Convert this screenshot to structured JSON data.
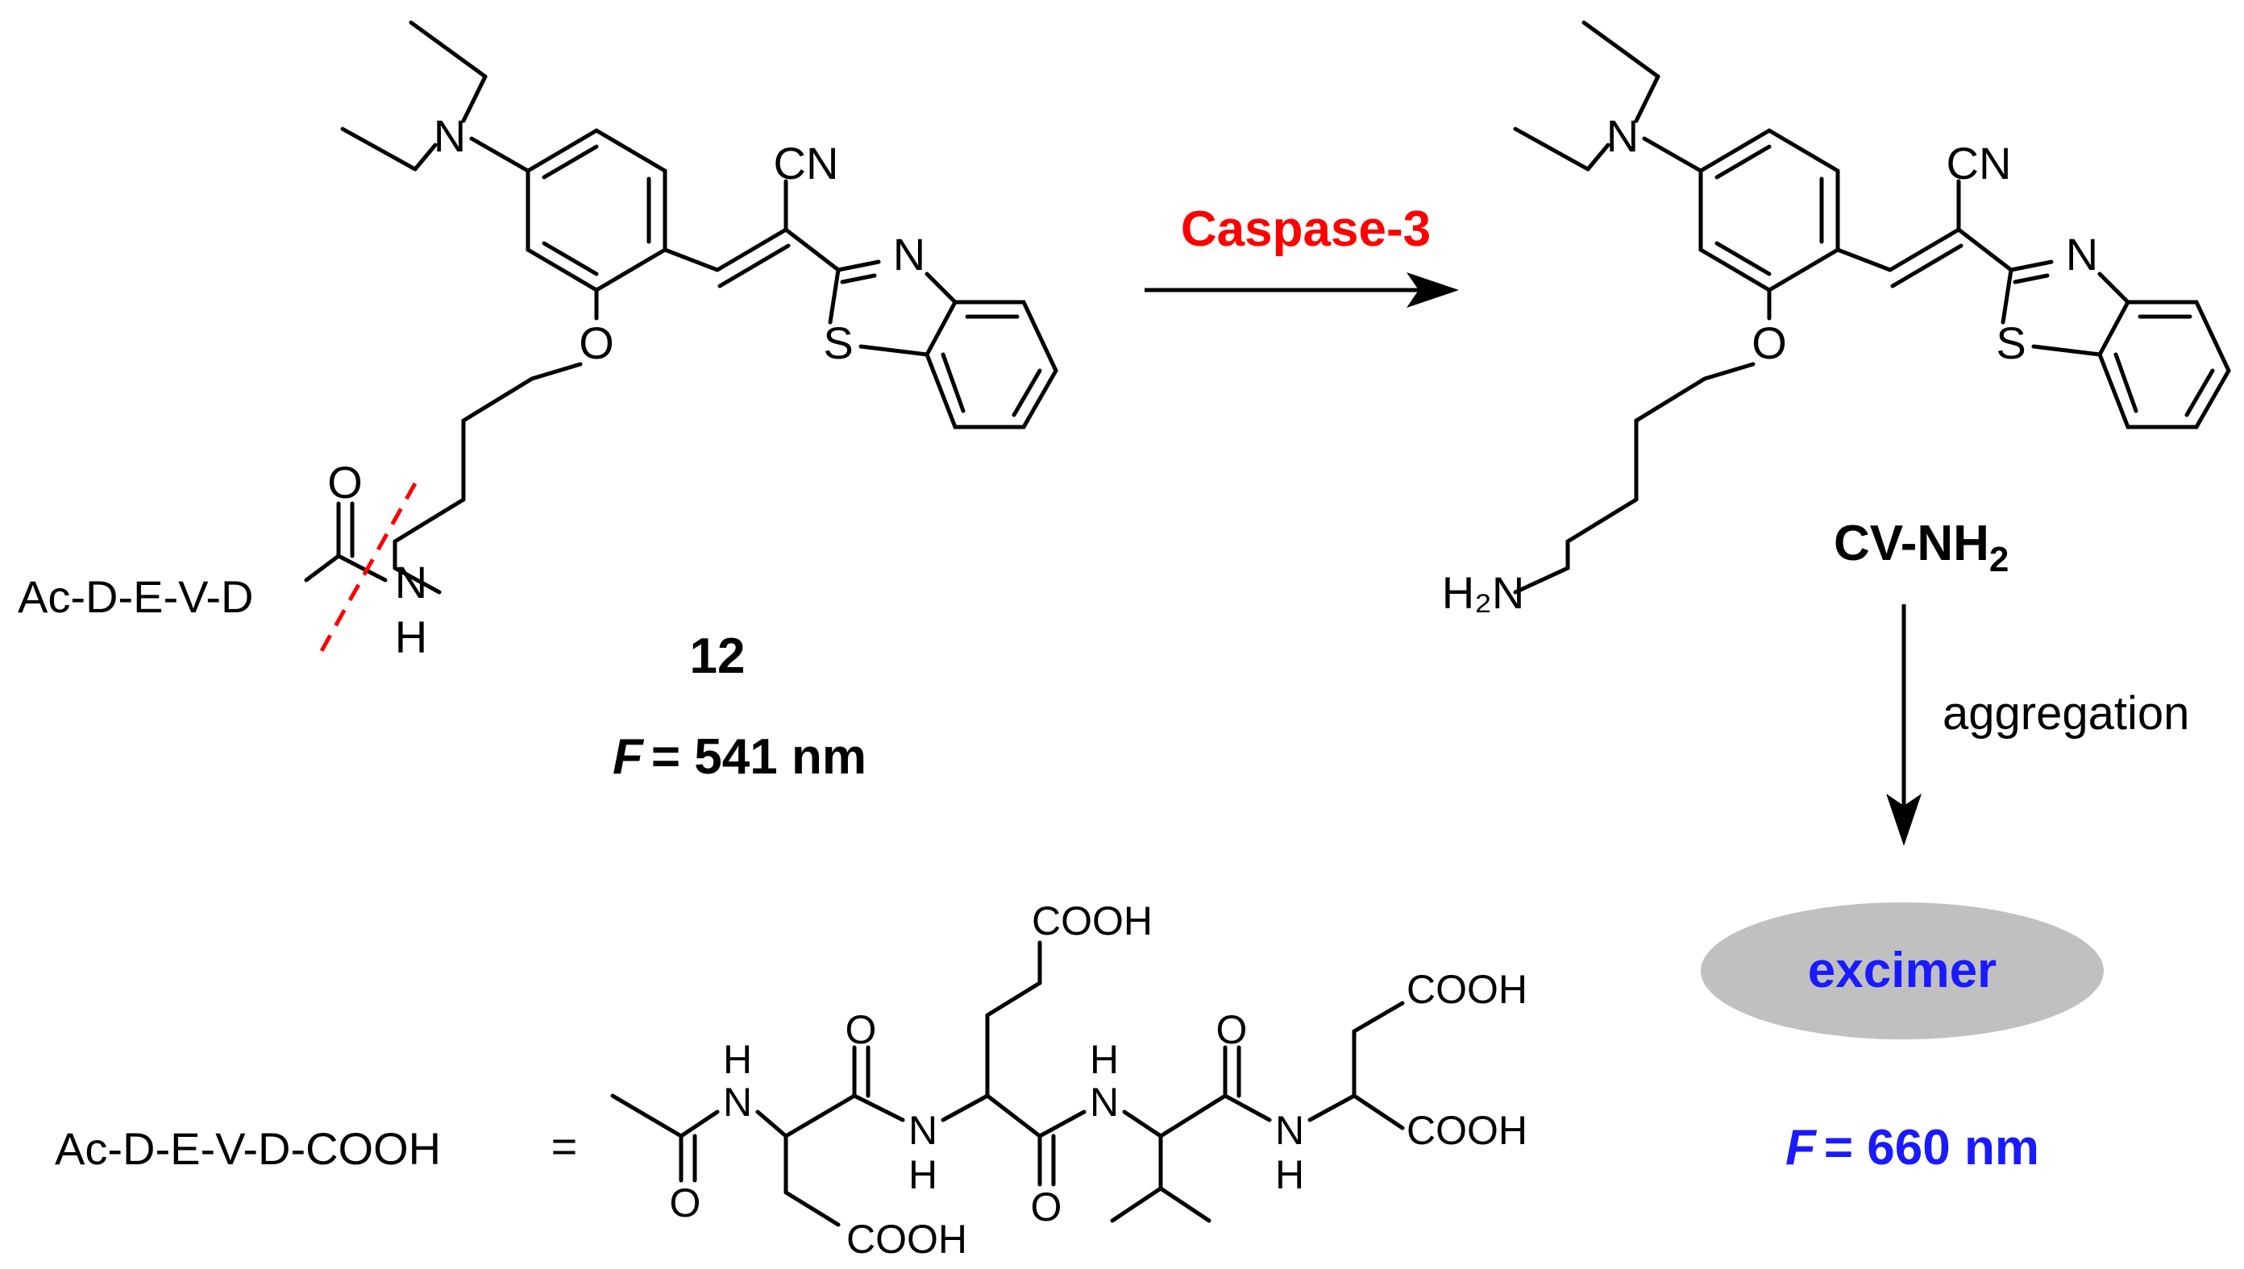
{
  "compound_12": {
    "label": "12",
    "fluorescence_prefix": "F",
    "fluorescence_value": "= 541 nm",
    "peptide_label": "Ac-D-E-V-D",
    "atoms": {
      "N_amine": "N",
      "O_ether": "O",
      "O_carbonyl": "O",
      "NH_N": "N",
      "NH_H": "H",
      "CN": "CN",
      "S": "S",
      "N_thiazole": "N"
    }
  },
  "reaction": {
    "enzyme": "Caspase-3",
    "enzyme_color": "#ff0000"
  },
  "product": {
    "label_main": "CV-NH",
    "label_sub": "2",
    "amine_label": "H₂N",
    "atoms": {
      "N_amine": "N",
      "O_ether": "O",
      "CN": "CN",
      "S": "S",
      "N_thiazole": "N"
    }
  },
  "aggregation": {
    "label": "aggregation",
    "excimer_label": "excimer",
    "excimer_color": "#1a1aff",
    "ellipse_color": "#c0c0c0",
    "fluorescence_prefix": "F",
    "fluorescence_value": "= 660 nm"
  },
  "peptide_definition": {
    "lhs": "Ac-D-E-V-D-COOH",
    "equals": "=",
    "groups": {
      "cooh": "COOH",
      "o": "O",
      "n": "N",
      "h": "H"
    }
  }
}
